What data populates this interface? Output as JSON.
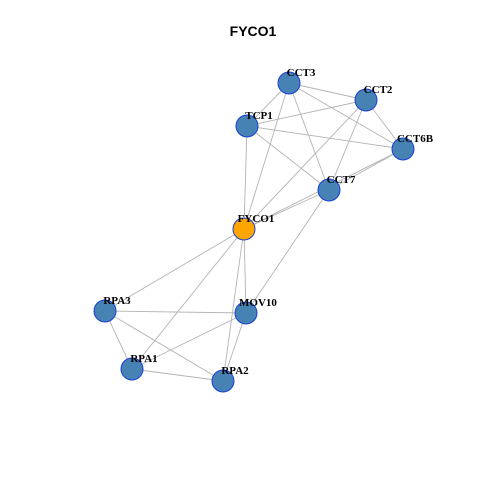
{
  "title": "FYCO1",
  "colors": {
    "hub_node": "#ffa500",
    "node": "#4682b4",
    "node_border": "#1a3fd6",
    "edge": "#b3b3b3"
  },
  "nodes": [
    {
      "id": "FYCO1",
      "label": "FYCO1",
      "hub": true
    },
    {
      "id": "CCT3",
      "label": "CCT3",
      "hub": false
    },
    {
      "id": "CCT2",
      "label": "CCT2",
      "hub": false
    },
    {
      "id": "TCP1",
      "label": "TCP1",
      "hub": false
    },
    {
      "id": "CCT6B",
      "label": "CCT6B",
      "hub": false
    },
    {
      "id": "CCT7",
      "label": "CCT7",
      "hub": false
    },
    {
      "id": "RPA3",
      "label": "RPA3",
      "hub": false
    },
    {
      "id": "MOV10",
      "label": "MOV10",
      "hub": false
    },
    {
      "id": "RPA1",
      "label": "RPA1",
      "hub": false
    },
    {
      "id": "RPA2",
      "label": "RPA2",
      "hub": false
    }
  ],
  "edges": [
    [
      "CCT3",
      "CCT2"
    ],
    [
      "CCT3",
      "TCP1"
    ],
    [
      "CCT3",
      "CCT6B"
    ],
    [
      "CCT3",
      "CCT7"
    ],
    [
      "CCT3",
      "FYCO1"
    ],
    [
      "CCT2",
      "TCP1"
    ],
    [
      "CCT2",
      "CCT6B"
    ],
    [
      "CCT2",
      "CCT7"
    ],
    [
      "CCT2",
      "FYCO1"
    ],
    [
      "TCP1",
      "CCT6B"
    ],
    [
      "TCP1",
      "CCT7"
    ],
    [
      "TCP1",
      "FYCO1"
    ],
    [
      "CCT6B",
      "CCT7"
    ],
    [
      "CCT6B",
      "FYCO1"
    ],
    [
      "CCT7",
      "FYCO1"
    ],
    [
      "CCT7",
      "MOV10"
    ],
    [
      "FYCO1",
      "RPA3"
    ],
    [
      "FYCO1",
      "MOV10"
    ],
    [
      "FYCO1",
      "RPA1"
    ],
    [
      "FYCO1",
      "RPA2"
    ],
    [
      "RPA3",
      "MOV10"
    ],
    [
      "RPA3",
      "RPA1"
    ],
    [
      "RPA3",
      "RPA2"
    ],
    [
      "MOV10",
      "RPA1"
    ],
    [
      "MOV10",
      "RPA2"
    ],
    [
      "RPA1",
      "RPA2"
    ]
  ]
}
